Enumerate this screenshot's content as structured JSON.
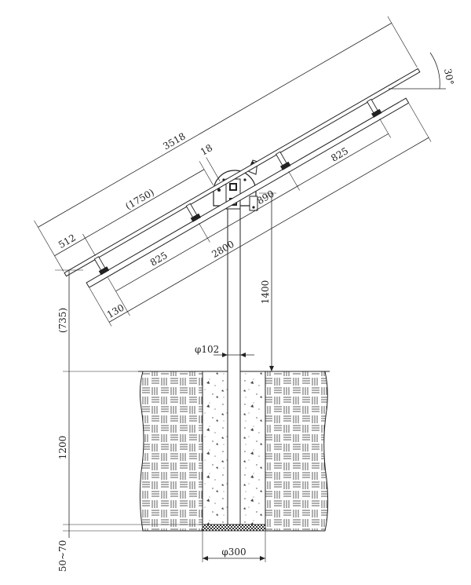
{
  "dimensions": {
    "overall_length": "3518",
    "rail_length": "2800",
    "span_1750": "(1750)",
    "offset_512": "512",
    "spacing_825_left": "825",
    "spacing_825_right": "825",
    "spacing_890": "890",
    "edge_130": "130",
    "rail_18": "18",
    "angle": "30°",
    "post_height": "1400",
    "clearance": "(735)",
    "foundation_depth": "1200",
    "gravel_layer": "50~70",
    "post_diameter": "φ102",
    "hole_diameter": "φ300"
  }
}
